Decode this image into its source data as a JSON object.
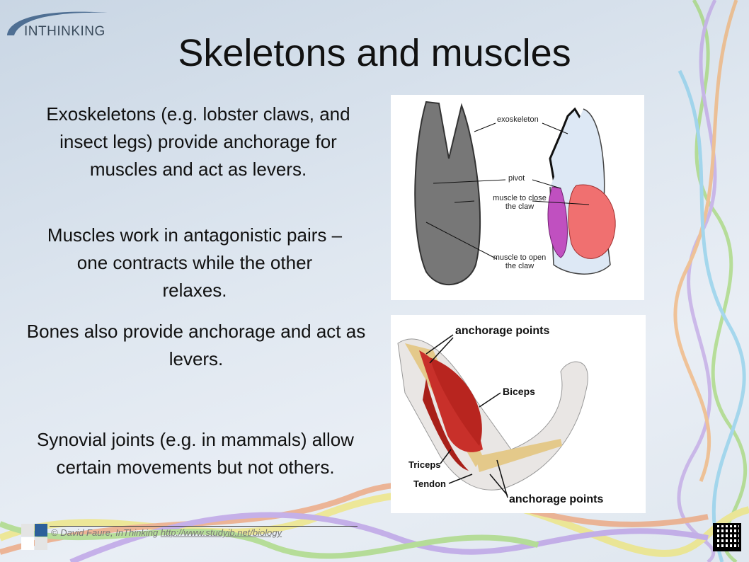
{
  "logo": {
    "text": "INTHINKING"
  },
  "title": "Skeletons and muscles",
  "paragraphs": [
    "Exoskeletons (e.g. lobster claws, and insect legs) provide anchorage for muscles and act as levers.",
    "Muscles work in antagonistic pairs – one contracts while the other relaxes.",
    "Bones also provide anchorage and act as levers.",
    "Synovial joints (e.g. in mammals) allow certain movements but not others."
  ],
  "claw_diagram": {
    "labels": {
      "exoskeleton": "exoskeleton",
      "pivot": "pivot",
      "close": "muscle to close the claw",
      "open": "muscle to open the claw"
    }
  },
  "arm_diagram": {
    "labels": {
      "anchorage_top": "anchorage points",
      "biceps": "Biceps",
      "triceps": "Triceps",
      "tendon": "Tendon",
      "anchorage_bottom": "anchorage points"
    }
  },
  "footer": {
    "copyright": "© David Faure, InThinking ",
    "link": "http://www.studyib.net/biology"
  }
}
